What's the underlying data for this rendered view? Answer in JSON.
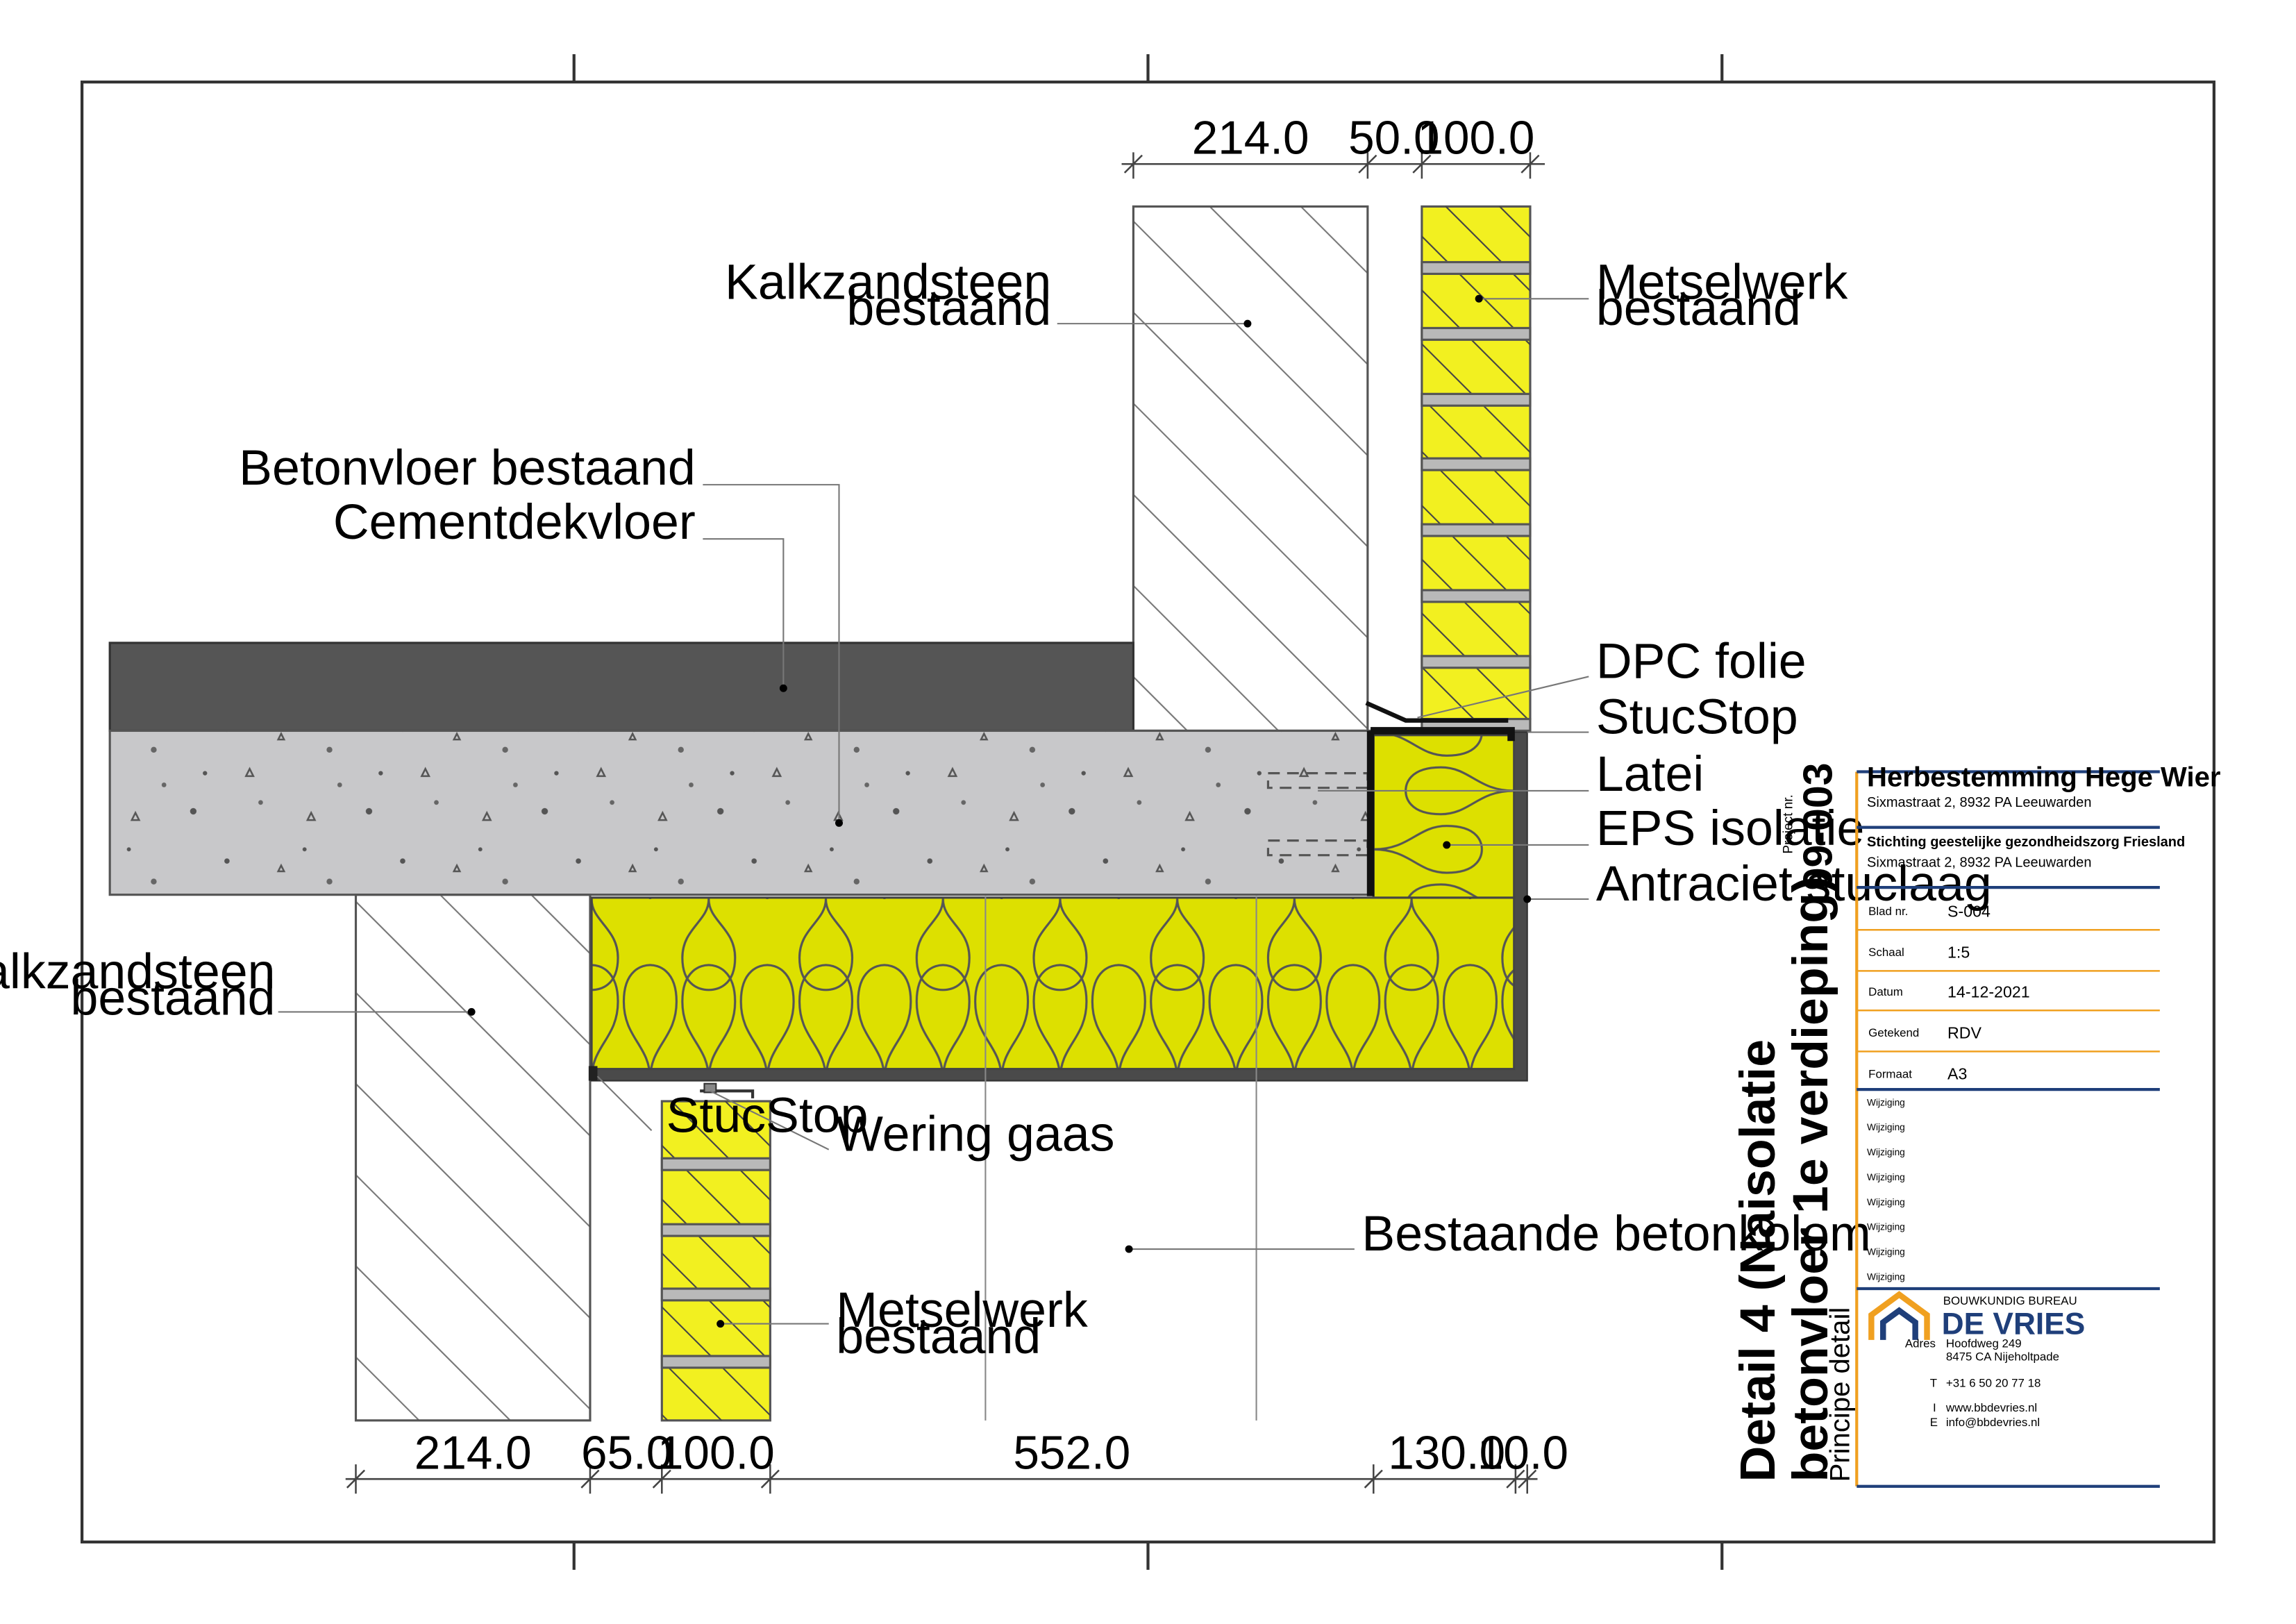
{
  "labels": {
    "kalkzandsteen_top_1": "Kalkzandsteen",
    "kalkzandsteen_top_2": "bestaand",
    "metselwerk_top_1": "Metselwerk",
    "metselwerk_top_2": "bestaand",
    "betonvloer": "Betonvloer bestaand",
    "cementdekvloer": "Cementdekvloer",
    "dpc_folie": "DPC folie",
    "stucstop_right": "StucStop",
    "latei": "Latei",
    "eps_isolatie": "EPS isolatie",
    "antraciet_stuclaag": "Antraciet stuclaag",
    "kalkzandsteen_left_1": "Kalkzandsteen",
    "kalkzandsteen_left_2": "bestaand",
    "stucstop_bottom": "StucStop",
    "wering_gaas": "Wering gaas",
    "betonkolom": "Bestaande betonkolom",
    "metselwerk_bottom_1": "Metselwerk",
    "metselwerk_bottom_2": "bestaand"
  },
  "dimensions": {
    "top": [
      "214.0",
      "50.0",
      "100.0"
    ],
    "bottom": [
      "214.0",
      "65.0",
      "100.0",
      "552.0",
      "130.0",
      "10.0"
    ]
  },
  "title_block": {
    "project_nr_label": "Project nr.",
    "project_nr": "99-003",
    "title_line1": "Detail 4 (Naisolatie",
    "title_line2": "betonvloer 1e verdieping)",
    "subtitle": "Principe detail",
    "project_name": "Herbestemming Hege Wier",
    "project_address": "Sixmastraat 2, 8932 PA Leeuwarden",
    "client_name": "Stichting geestelijke gezondheidszorg Friesland",
    "client_address": "Sixmastraat 2, 8932 PA Leeuwarden",
    "fields": [
      {
        "label": "Blad nr.",
        "value": "S-004"
      },
      {
        "label": "Schaal",
        "value": "1:5"
      },
      {
        "label": "Datum",
        "value": "14-12-2021"
      },
      {
        "label": "Getekend",
        "value": "RDV"
      },
      {
        "label": "Formaat",
        "value": "A3"
      }
    ],
    "revisions": [
      "Wijziging",
      "Wijziging",
      "Wijziging",
      "Wijziging",
      "Wijziging",
      "Wijziging",
      "Wijziging",
      "Wijziging"
    ],
    "company_small": "BOUWKUNDIG BUREAU",
    "company_name": "DE VRIES",
    "adres_label": "Adres",
    "adres_line1": "Hoofdweg 249",
    "adres_line2": "8475 CA Nijeholtpade",
    "tel_label": "T",
    "tel": "+31 6 50 20 77 18",
    "web_label": "I",
    "web": "www.bbdevries.nl",
    "email_label": "E",
    "email": "info@bbdevries.nl"
  },
  "colors": {
    "insulation": "#dde000",
    "brick": "#f2f020",
    "screed": "#555555",
    "concrete": "#c8c8ca",
    "stucco": "#4a4a4a",
    "accent_blue": "#1f3f7a",
    "accent_orange": "#f0a020"
  }
}
